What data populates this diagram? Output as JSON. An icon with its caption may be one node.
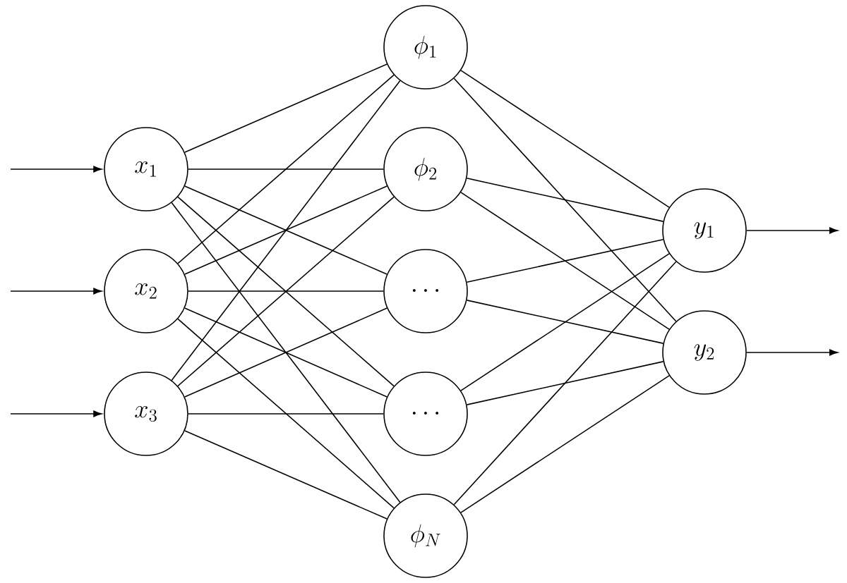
{
  "diagram": {
    "nodes": [
      {
        "text": [
          "x_1"
        ]
      },
      {
        "text": [
          "x_2"
        ]
      },
      {
        "text": [
          "x_3"
        ]
      },
      {
        "text": [
          "\\phi_1"
        ]
      },
      {
        "text": [
          "\\phi_2"
        ]
      },
      {
        "text": [
          "\\cdots"
        ]
      },
      {
        "text": [
          "\\cdots"
        ]
      },
      {
        "text": [
          "\\phi_N"
        ]
      },
      {
        "text": [
          "y_1"
        ]
      },
      {
        "text": [
          "y_2"
        ]
      }
    ],
    "edges": [
      {
        "from": null,
        "to": 0,
        "arrow": "to"
      },
      {
        "from": null,
        "to": 1,
        "arrow": "to"
      },
      {
        "from": null,
        "to": 2,
        "arrow": "to"
      },
      {
        "from": 0,
        "to": 3,
        "arrow": "none"
      },
      {
        "from": 0,
        "to": 4,
        "arrow": "none"
      },
      {
        "from": 0,
        "to": 5,
        "arrow": "none"
      },
      {
        "from": 0,
        "to": 6,
        "arrow": "none"
      },
      {
        "from": 0,
        "to": 7,
        "arrow": "none"
      },
      {
        "from": 1,
        "to": 3,
        "arrow": "none"
      },
      {
        "from": 1,
        "to": 4,
        "arrow": "none"
      },
      {
        "from": 1,
        "to": 5,
        "arrow": "none"
      },
      {
        "from": 1,
        "to": 6,
        "arrow": "none"
      },
      {
        "from": 1,
        "to": 7,
        "arrow": "none"
      },
      {
        "from": 2,
        "to": 3,
        "arrow": "none"
      },
      {
        "from": 2,
        "to": 4,
        "arrow": "none"
      },
      {
        "from": 2,
        "to": 5,
        "arrow": "none"
      },
      {
        "from": 2,
        "to": 6,
        "arrow": "none"
      },
      {
        "from": 2,
        "to": 7,
        "arrow": "none"
      },
      {
        "from": 3,
        "to": 8,
        "arrow": "none"
      },
      {
        "from": 3,
        "to": 9,
        "arrow": "none"
      },
      {
        "from": 4,
        "to": 8,
        "arrow": "none"
      },
      {
        "from": 4,
        "to": 9,
        "arrow": "none"
      },
      {
        "from": 5,
        "to": 8,
        "arrow": "none"
      },
      {
        "from": 5,
        "to": 9,
        "arrow": "none"
      },
      {
        "from": 6,
        "to": 8,
        "arrow": "none"
      },
      {
        "from": 6,
        "to": 9,
        "arrow": "none"
      },
      {
        "from": 7,
        "to": 8,
        "arrow": "none"
      },
      {
        "from": 7,
        "to": 9,
        "arrow": "none"
      },
      {
        "from": 8,
        "to": null,
        "arrow": "to"
      },
      {
        "from": 9,
        "to": null,
        "arrow": "to"
      }
    ]
  }
}
